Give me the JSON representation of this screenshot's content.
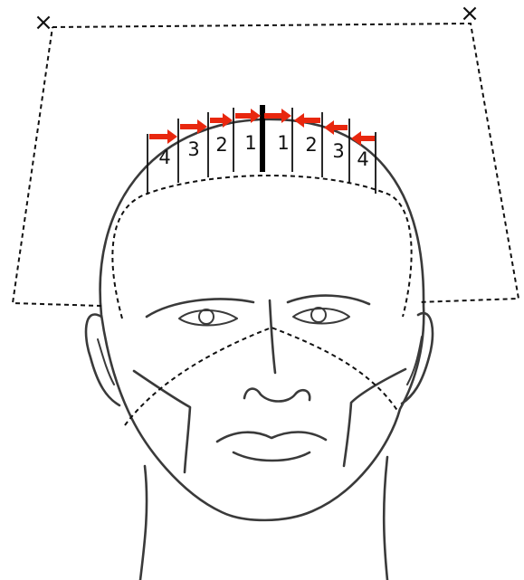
{
  "diagram": {
    "colors": {
      "arrow": "#e8270e",
      "line": "#111111",
      "sketch": "#3a3a3a"
    },
    "left_labels": [
      "4",
      "3",
      "2",
      "1"
    ],
    "right_labels": [
      "1",
      "2",
      "3",
      "4"
    ],
    "corner_marks": [
      "×",
      "×"
    ]
  }
}
